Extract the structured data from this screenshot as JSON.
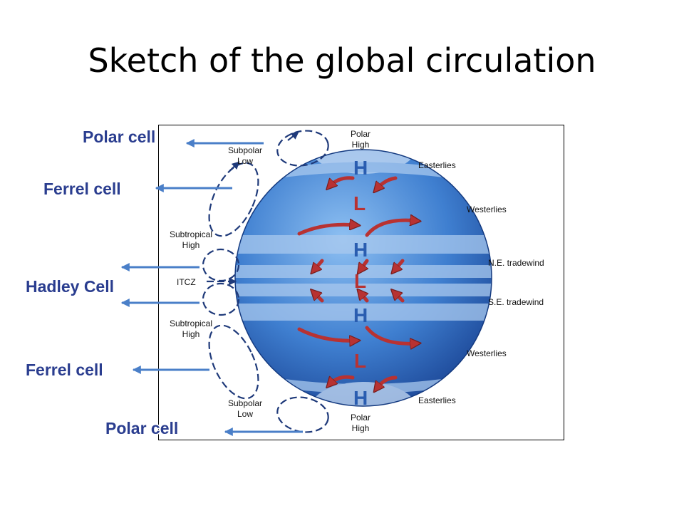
{
  "title": "Sketch of the global circulation",
  "cell_labels": {
    "polar_top": "Polar cell",
    "ferrel_top": "Ferrel cell",
    "hadley": "Hadley Cell",
    "ferrel_bottom": "Ferrel cell",
    "polar_bottom": "Polar cell"
  },
  "diagram_labels": {
    "polar_high_top": [
      "Polar",
      "High"
    ],
    "subpolar_low_top": [
      "Subpolar",
      "Low"
    ],
    "subtropical_high_top": [
      "Subtropical",
      "High"
    ],
    "itcz": "ITCZ",
    "subtropical_high_bottom": [
      "Subtropical",
      "High"
    ],
    "subpolar_low_bottom": [
      "Subpolar",
      "Low"
    ],
    "polar_high_bottom": [
      "Polar",
      "High"
    ],
    "easterlies_top": "Easterlies",
    "westerlies_top": "Westerlies",
    "ne_tradewind": "N.E. tradewind",
    "se_tradewind": "S.E. tradewind",
    "westerlies_bottom": "Westerlies",
    "easterlies_bottom": "Easterlies"
  },
  "pressure_letters": [
    "H",
    "L",
    "H",
    "L",
    "H",
    "L",
    "H"
  ],
  "colors": {
    "globe_dark": "#1a4fa8",
    "globe_light": "#7fb0e8",
    "band": "#a9c8ee",
    "wind_arrow": "#b83232",
    "cell_arrow": "#1f3a7a",
    "pointer_arrow": "#4a7fc8",
    "label": "#2a3d8f",
    "high_letter": "#2a5db0",
    "low_letter": "#b83232"
  }
}
